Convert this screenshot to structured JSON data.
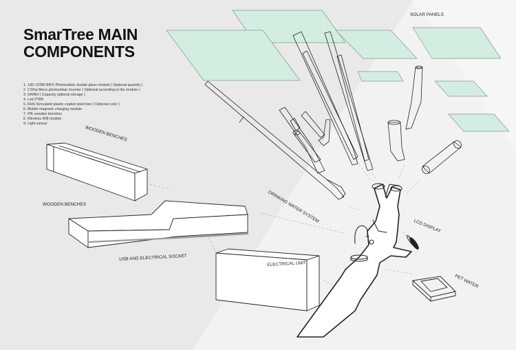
{
  "title": {
    "line1": "SmarTree MAIN",
    "line2": "COMPONENTS"
  },
  "specs": [
    "1. 190~220W BIPV Photovoltaic double glass module ( Optional quantity )",
    "2. 2.5Kw Micro photovoltaic inverter  ( Optional according to the module )",
    "3. 540AH ( Capacity optional storage )",
    "4. Led 3*9W",
    "5. RHS Simulated plastic coated steel tree  ( Optional color )",
    "6. Mobile magnetic charging module",
    "7. IPE wooden benches",
    "8. Wireless Wifi module",
    "9. Light sensor"
  ],
  "labels": {
    "solar_panels": "SOLAR PANELS",
    "wooden_benches_1": "WOODEN BENCHES",
    "wooden_benches_2": "WOODEN BENCHES",
    "usb_socket": "USB AND ELECTRICAL SOCKET",
    "electrical_unit": "ELECTRICAL UNIT",
    "drinking_water": "DRINKING WATER SYSTEM",
    "lcd_display": "LCD DISPLAY",
    "pet_water": "PET WATER"
  },
  "colors": {
    "background": "#f2f2f2",
    "panel_fill": "#d4ede1",
    "line": "#222222"
  }
}
